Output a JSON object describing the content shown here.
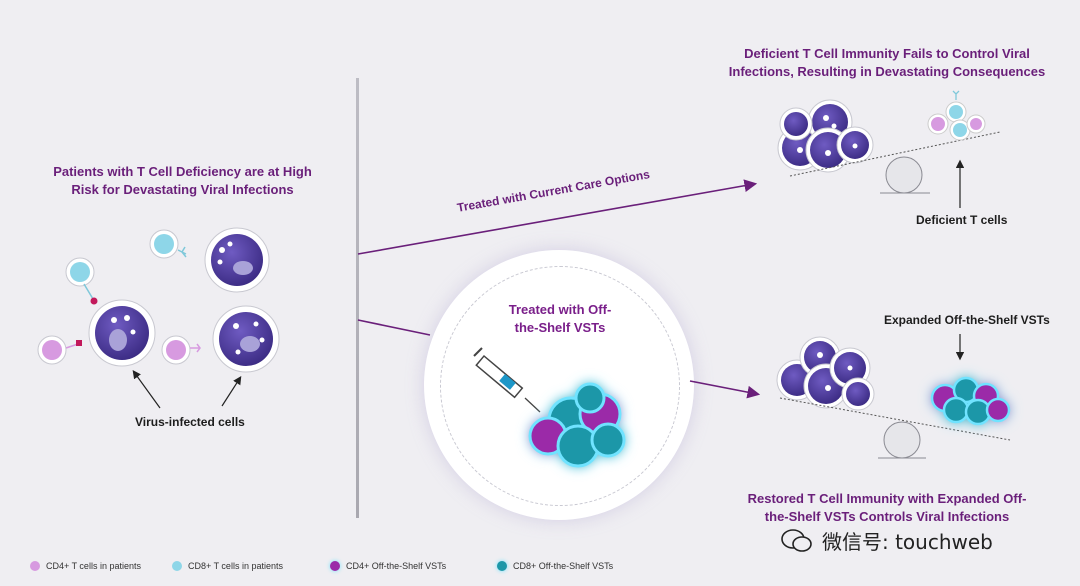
{
  "headings": {
    "left": "Patients with T Cell Deficiency are at High Risk for Devastating Viral Infections",
    "top_right": "Deficient T Cell Immunity Fails to Control Viral Infections, Resulting in Devastating Consequences",
    "bottom_right": "Restored T Cell Immunity with Expanded Off-the-Shelf VSTs Controls Viral Infections",
    "center": "Treated with Off-the-Shelf VSTs"
  },
  "labels": {
    "current_care": "Treated with Current Care Options",
    "virus_infected": "Virus-infected cells",
    "deficient_t": "Deficient T cells",
    "expanded_vsts": "Expanded Off-the-Shelf VSTs"
  },
  "legend": [
    {
      "label": "CD4+ T cells in patients",
      "color": "#d79ae0",
      "icon": "cd4-t-cell-icon"
    },
    {
      "label": "CD8+ T cells in patients",
      "color": "#8ed6e8",
      "icon": "cd8-t-cell-icon"
    },
    {
      "label": "CD4+ Off-the-Shelf VSTs",
      "color": "#9b2aa8",
      "icon": "cd4-vst-icon"
    },
    {
      "label": "CD8+ Off-the-Shelf VSTs",
      "color": "#1d97a8",
      "icon": "cd8-vst-icon"
    }
  ],
  "watermark": "微信号: touchweb",
  "colors": {
    "purple_heading": "#6a1f7a",
    "infected_cell": "#4b3a9a",
    "arrow": "#6a1f7a",
    "vst_glow": "#6fe3ff"
  }
}
